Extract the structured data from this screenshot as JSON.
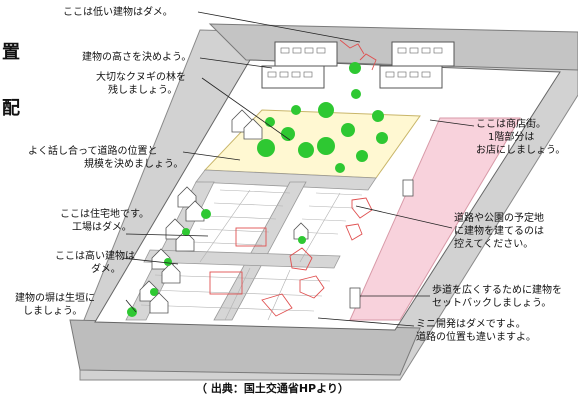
{
  "heading": {
    "top_char": "置",
    "bottom_char": "配"
  },
  "annotations": {
    "low_building": [
      "ここは低い建物はダメ。"
    ],
    "height_rule": [
      "建物の高さを決めよう。"
    ],
    "keyaki_forest": [
      "大切なクヌギの林を",
      "残しましょう。"
    ],
    "road_position": [
      "よく話し合って道路の位置と",
      "規模を決めましょう。"
    ],
    "residential": [
      "ここは住宅地です。",
      "工場はダメ。"
    ],
    "tall_building": [
      "ここは高い建物は",
      "ダメ。"
    ],
    "hedge_fence": [
      "建物の塀は生垣に",
      "しましょう。"
    ],
    "commercial": [
      "ここは商店街。",
      "1階部分は",
      "お店にしましょう。"
    ],
    "planned_road": [
      "道路や公園の予定地",
      "に建物を建てるのは",
      "控えてください。"
    ],
    "setback": [
      "歩道を広くするために建物を",
      "セットバックしましょう。"
    ],
    "mini_dev": [
      "ミニ開発はダメですよ。",
      "道路の位置も違いますよ。"
    ]
  },
  "source_caption": "（ 出典：国土交通省HPより）",
  "colors": {
    "road": "#c8c8c8",
    "road_edge": "#8a8a8a",
    "block_fill": "#ffffff",
    "park_fill": "#fff6c8",
    "tree": "#2ec832",
    "commercial_pink": "#f6c4d0",
    "red_sketch": "#e05050",
    "leader": "#222222"
  }
}
